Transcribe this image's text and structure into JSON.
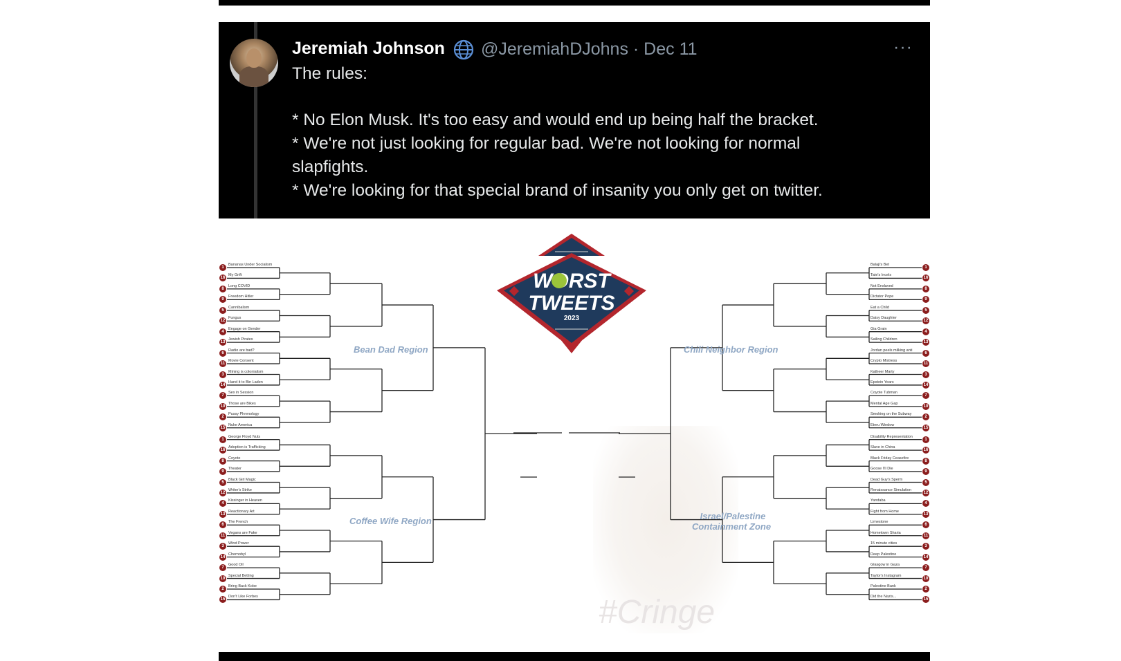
{
  "tweet": {
    "author_name": "Jeremiah Johnson",
    "handle_date": "@JeremiahDJohns · Dec 11",
    "more_label": "···",
    "lines": [
      "The rules:",
      "* No Elon Musk. It's too easy and would end up being half the bracket.",
      "* We're not just looking for regular bad. We're not looking for normal",
      "slapfights.",
      "* We're looking for that special brand of insanity you only get on twitter."
    ]
  },
  "logo": {
    "line1": "WORST",
    "line2": "TWEETS",
    "year": "2023",
    "colors": {
      "navy": "#1f3a5c",
      "red": "#b3262d",
      "gray": "#7d8a99"
    }
  },
  "regions": {
    "top_left": "Bean Dad Region",
    "bottom_left": "Coffee Wife Region",
    "top_right": "Chili Neighbor Region",
    "bottom_right_line1": "Israel/Palestine",
    "bottom_right_line2": "Containment Zone"
  },
  "left_entries": [
    "Bananas Under Socialism",
    "My Grift",
    "Long COVID",
    "Freedom Hitler",
    "Cannibalism",
    "Fungus",
    "Engage on Gender",
    "Jewish Pirates",
    "Radio are bad?",
    "Movie Consent",
    "Mining is colonialism",
    "Hand it to Bin Laden",
    "Sex in Session",
    "Those are Bikes",
    "Pussy Phrenology",
    "Nuke America",
    "George Floyd Nuts",
    "Adoption is Trafficking",
    "Coyote",
    "Theater",
    "Black Girl Magic",
    "Writer's Strike",
    "Kissinger in Heaven",
    "Reactionary Art",
    "The French",
    "Vegans are Fake",
    "Wind Power",
    "Chernobyl",
    "Good Oil",
    "Special Betting",
    "Bring Back Kobe",
    "Don't Like Forbes"
  ],
  "right_entries": [
    "Balaji's Bet",
    "Tate's Incels",
    "Not Enslaved",
    "Dictator Pope",
    "Eat a Child",
    "Daisy Daughter",
    "Gia Grain",
    "Sailing Children",
    "Jordan peels milking anti",
    "Crypto Mistress",
    "Katheer Marty",
    "Epstein Years",
    "Coyote Tubman",
    "Mental Age Gap",
    "Smoking on the Subway",
    "Eteru Window",
    "Disability Representation",
    "Slave in China",
    "Black Friday Ceasefire",
    "Goose I'll Die",
    "Dead Guy's Sperm",
    "Renaissance Simulation",
    "Yandaba",
    "Fight from Home",
    "Limestone",
    "Hometown Sharia",
    "15 minute cities",
    "Deep Palestine",
    "Glasgow in Gaza",
    "Taylor's Instagram",
    "Palestine Bank",
    "Did the Nazis..."
  ],
  "seeds": [
    1,
    16,
    8,
    9,
    5,
    12,
    4,
    13,
    6,
    11,
    3,
    14,
    7,
    10,
    2,
    15
  ],
  "watermark": "#Cringe"
}
